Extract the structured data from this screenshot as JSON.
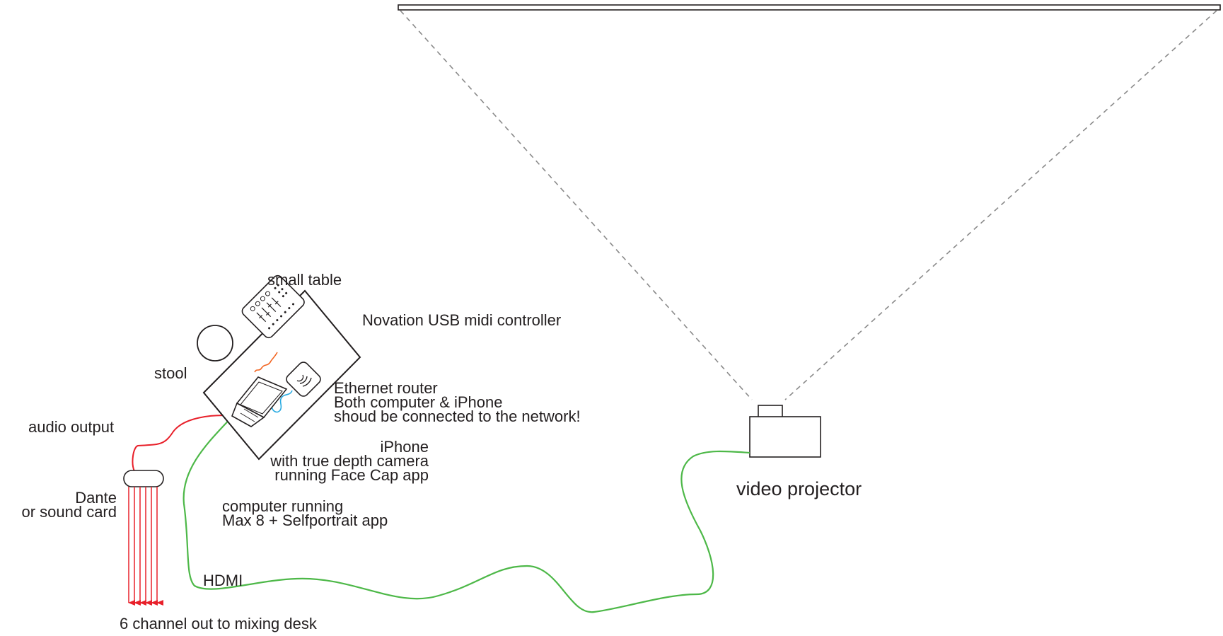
{
  "labels": {
    "small_table": "small table",
    "stool": "stool",
    "novation": "Novation USB midi controller",
    "router_line1": "Ethernet router",
    "router_line2": "Both computer & iPhone",
    "router_line3": "shoud be connected to the network!",
    "iphone_line1": "iPhone",
    "iphone_line2": "with true depth camera",
    "iphone_line3": "running Face Cap app",
    "audio_output": "audio output",
    "dante_line1": "Dante",
    "dante_line2": "or sound card",
    "computer_line1": "computer running",
    "computer_line2": "Max 8 + Selfportrait app",
    "hdmi": "HDMI",
    "projector": "video projector",
    "mixing_desk": "6 channel out to mixing desk"
  },
  "colors": {
    "audio_cable": "#e8202a",
    "hdmi_cable": "#4db848",
    "usb_cable": "#f26522",
    "network_cable": "#27aae1",
    "outline": "#231f20",
    "projection_beam": "#8a8a8a"
  },
  "icons": {
    "screen": "projection-screen",
    "projector": "video-projector",
    "table": "small-table",
    "stool": "stool",
    "midi": "midi-controller",
    "router": "wifi-router",
    "laptop": "laptop",
    "interface": "audio-interface",
    "arrows": "output-arrows"
  },
  "audio_output_channels": 6
}
